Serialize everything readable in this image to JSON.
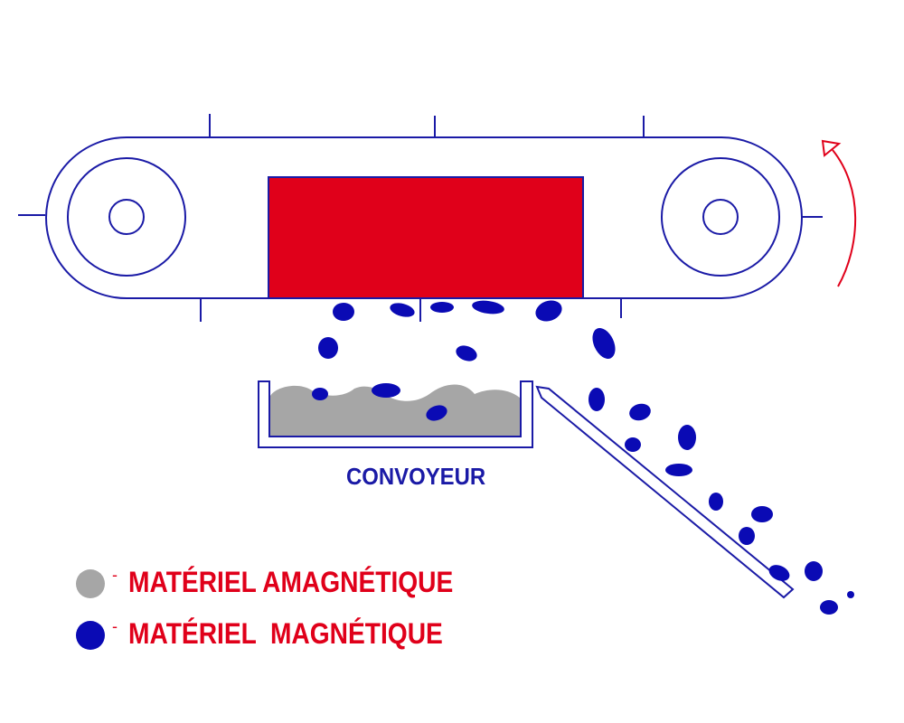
{
  "labels": {
    "conveyor": "CONVOYEUR"
  },
  "legend": {
    "items": [
      {
        "dash": "-",
        "text": "MATÉRIEL AMAGNÉTIQUE",
        "dot_color": "#a6a6a6",
        "text_color": "#e0001a"
      },
      {
        "dash": "-",
        "text": "MATÉRIEL  MAGNÉTIQUE",
        "dot_color": "#0a0ab4",
        "text_color": "#e0001a"
      }
    ]
  },
  "colors": {
    "line": "#1a1aa6",
    "magnet": "#e0001a",
    "magnetic_particle": "#0a0ab4",
    "non_magnetic_material": "#a6a6a6",
    "rotation_arrow": "#e0001a"
  },
  "icons": {
    "rotation": "curved-arrow-icon"
  }
}
